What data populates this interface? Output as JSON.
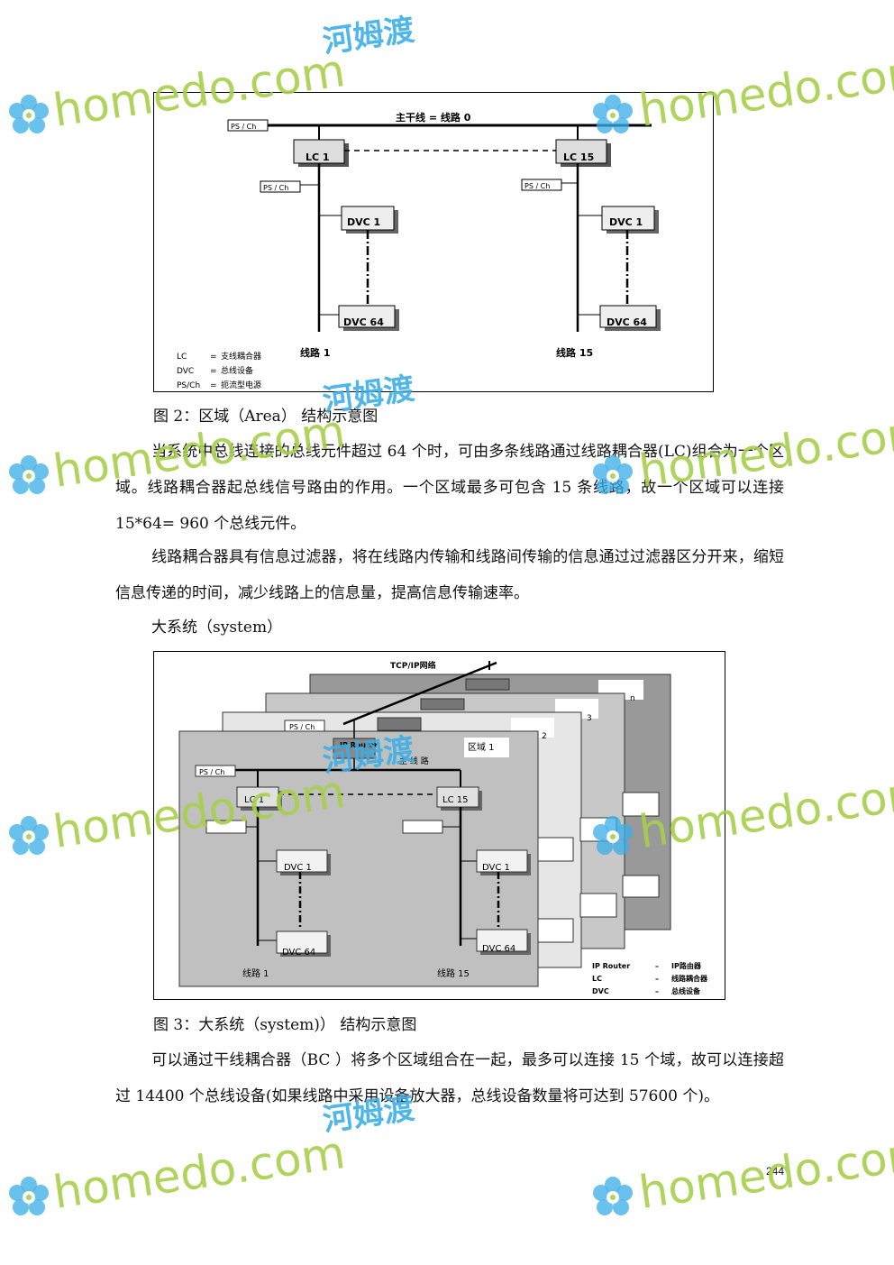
{
  "fig2": {
    "trunk": "主干线 =  线路 0",
    "psch": "PS / Ch",
    "lc1": "LC 1",
    "lc15": "LC 15",
    "dvc1": "DVC 1",
    "dvc64": "DVC 64",
    "line1": "线路 1",
    "line15": "线路 15",
    "legend": [
      {
        "key": "LC",
        "sep": "=",
        "desc": "支线耦合器"
      },
      {
        "key": "DVC",
        "sep": "=",
        "desc": "总线设备"
      },
      {
        "key": "PS/Ch",
        "sep": "=",
        "desc": "扼流型电源"
      }
    ]
  },
  "caption2": "图 2：区域（Area） 结构示意图",
  "para1": "当系统中总线连接的总线元件超过 64 个时，可由多条线路通过线路耦合器(LC)组合为一个区域。线路耦合器起总线信号路由的作用。一个区域最多可包含 15 条线路，故一个区域可以连接 15*64= 960 个总线元件。",
  "para2": "线路耦合器具有信息过滤器，将在线路内传输和线路间传输的信息通过过滤器区分开来，缩短信息传递的时间，减少线路上的信息量，提高信息传输速率。",
  "heading_system": "大系统（system）",
  "fig3": {
    "tcpip": "TCP/IP网络",
    "ip_router": "IP Router",
    "main_line": "主 线 路",
    "area1": "区域 1",
    "layer_n": "n",
    "layer_3": "3",
    "layer_2": "2",
    "psch": "PS / Ch",
    "lc1": "LC 1",
    "lc15": "LC 15",
    "dvc1": "DVC 1",
    "dvc64": "DVC 64",
    "line1": "线路 1",
    "line15": "线路 15",
    "legend": [
      {
        "key": "IP Router",
        "sep": "–",
        "desc": "IP路由器"
      },
      {
        "key": "LC",
        "sep": "–",
        "desc": "线路耦合器"
      },
      {
        "key": "DVC",
        "sep": "–",
        "desc": "总线设备"
      }
    ]
  },
  "caption3": "图 3：大系统（system)） 结构示意图",
  "para3": "可以通过干线耦合器（BC ）将多个区域组合在一起，最多可以连接 15 个域，故可以连接超过 14400 个总线设备(如果线路中采用设备放大器，总线设备数量将可达到 57600 个)。",
  "page_number": "244",
  "watermark": {
    "brand": "homedo.com",
    "cn": "河姆渡",
    "color_green": "#a6d04a",
    "color_blue": "#3aaee6"
  }
}
